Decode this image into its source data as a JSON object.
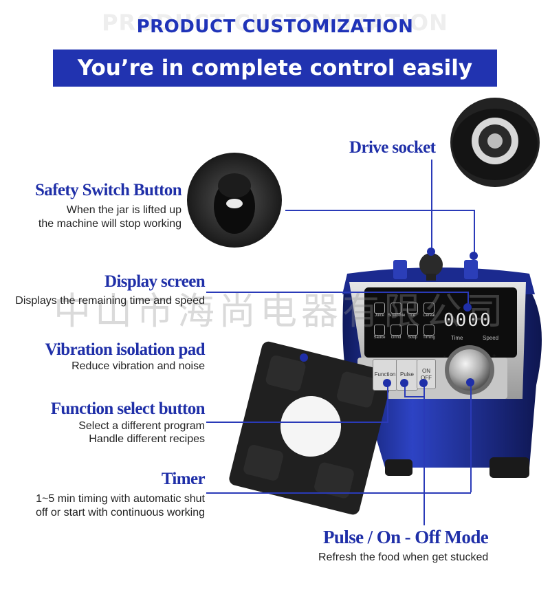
{
  "header": {
    "ghost_text": "PRODUCT CUSTOMIZATION",
    "title": "PRODUCT CUSTOMIZATION",
    "banner": "You’re in complete control easily"
  },
  "features": {
    "drive_socket": {
      "title": "Drive socket"
    },
    "safety_switch": {
      "title": "Safety Switch Button",
      "desc1": "When the jar is lifted up",
      "desc2": "the machine will stop working"
    },
    "display_screen": {
      "title": "Display screen",
      "desc1": "Displays the remaining time and speed"
    },
    "vibration_pad": {
      "title": "Vibration isolation pad",
      "desc1": "Reduce vibration and noise"
    },
    "function_button": {
      "title": "Function select button",
      "desc1": "Select a different program",
      "desc2": "Handle different recipes"
    },
    "timer": {
      "title": "Timer",
      "desc1": "1~5 min timing with automatic shut",
      "desc2": "off or start with continuous working"
    },
    "pulse_mode": {
      "title": "Pulse / On - Off  Mode",
      "desc1": "Refresh the food when get stucked"
    }
  },
  "device": {
    "display_digits": "0000",
    "time_label": "Time",
    "speed_label": "Speed",
    "btn_function": "Function",
    "btn_pulse": "Pulse",
    "btn_onoff": "ON OFF",
    "dial_minus": "-",
    "dial_plus": "+",
    "programs": [
      "Juice",
      "Smoothie",
      "Ice",
      "Cereal",
      "Sauce",
      "Grind",
      "Soup",
      "Timing"
    ]
  },
  "watermark": "中山市海尚电器有限公司",
  "colors": {
    "brand_blue": "#2133b0",
    "title_blue": "#1f2fa8",
    "device_blue": "#1d2c8c"
  }
}
